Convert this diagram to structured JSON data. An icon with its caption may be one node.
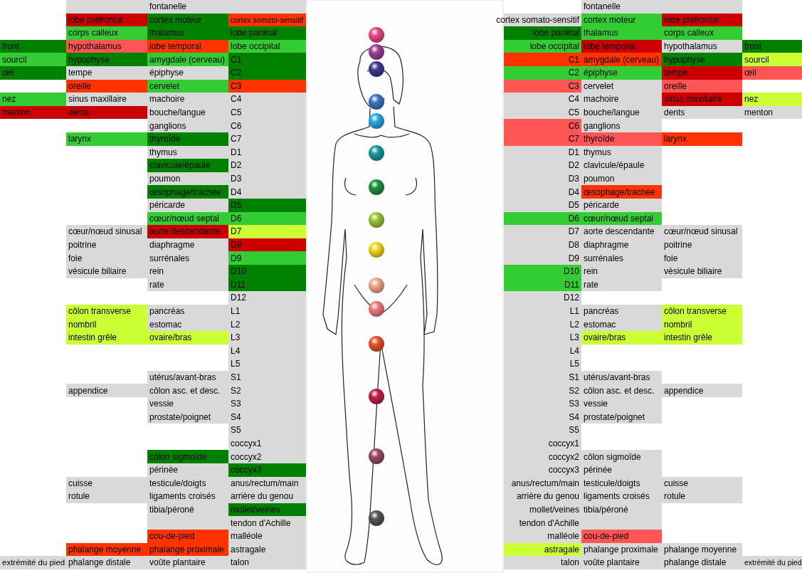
{
  "diagram": {
    "labels": [
      "fontanelle",
      "fontanelle",
      "lobe préfrontal",
      "cortex moteur",
      "cortex somato-sensitif",
      "cortex somato-sensitif",
      "cortex moteur",
      "lobe préfrontal",
      "corps calleux",
      "thalamus",
      "lobe pariétal",
      "lobe pariétal",
      "thalamus",
      "corps calleux",
      "front",
      "hypothalamus",
      "lobe temporal",
      "lobe occipital",
      "lobe occipital",
      "lobe temporal",
      "hypothalamus",
      "front",
      "sourcil",
      "hypophyse",
      "amygdale (cerveau)",
      "C1",
      "C1",
      "amygdale (cerveau)",
      "hypophyse",
      "sourcil",
      "œil",
      "tempe",
      "épiphyse",
      "C2",
      "C2",
      "épiphyse",
      "tempe",
      "œil",
      "oreille",
      "cervelet",
      "C3",
      "C3",
      "cervelet",
      "oreille",
      "nez",
      "sinus maxillaire",
      "machoire",
      "C4",
      "C4",
      "machoire",
      "sinus maxillaire",
      "nez",
      "menton",
      "dents",
      "bouche/langue",
      "C5",
      "C5",
      "bouche/langue",
      "dents",
      "menton",
      "ganglions",
      "C6",
      "C6",
      "ganglions",
      "larynx",
      "thyroïde",
      "C7",
      "C7",
      "thyroïde",
      "larynx",
      "thymus",
      "D1",
      "D1",
      "thymus",
      "clavicule/épaule",
      "D2",
      "D2",
      "clavicule/épaule",
      "poumon",
      "D3",
      "D3",
      "poumon",
      "œsophage/trachée",
      "D4",
      "D4",
      "œsophage/trachée",
      "péricarde",
      "D5",
      "D5",
      "péricarde",
      "cœur/nœud septal",
      "D6",
      "D6",
      "cœur/nœud septal",
      "cœur/nœud sinusal",
      "aorte descendante",
      "D7",
      "D7",
      "aorte descendante",
      "cœur/nœud sinusal",
      "poitrine",
      "diaphragme",
      "D8",
      "D8",
      "diaphragme",
      "poitrine",
      "foie",
      "surrénales",
      "D9",
      "D9",
      "surrénales",
      "foie",
      "vésicule biliaire",
      "rein",
      "D10",
      "D10",
      "rein",
      "vésicule biliaire",
      "rate",
      "D11",
      "D11",
      "rate",
      "D12",
      "D12",
      "côlon transverse",
      "pancréas",
      "L1",
      "L1",
      "pancréas",
      "côlon transverse",
      "nombril",
      "estomac",
      "L2",
      "L2",
      "estomac",
      "nombril",
      "intestin grêle",
      "ovaire/bras",
      "L3",
      "L3",
      "ovaire/bras",
      "intestin grêle",
      "L4",
      "L4",
      "L5",
      "L5",
      "utérus/avant-bras",
      "S1",
      "S1",
      "utérus/avant-bras",
      "appendice",
      "côlon asc. et desc.",
      "S2",
      "S2",
      "côlon asc. et desc.",
      "appendice",
      "vessie",
      "S3",
      "S3",
      "vessie",
      "prostate/poignet",
      "S4",
      "S4",
      "prostate/poignet",
      "S5",
      "S5",
      "coccyx1",
      "coccyx1",
      "côlon sigmoïde",
      "coccyx2",
      "coccyx2",
      "côlon sigmoïde",
      "périnée",
      "coccyx3",
      "coccyx3",
      "périnée",
      "cuisse",
      "testicule/doigts",
      "anus/rectum/main",
      "anus/rectum/main",
      "testicule/doigts",
      "cuisse",
      "rotule",
      "ligaments croisés",
      "arrière du genou",
      "arrière du genou",
      "ligaments croisés",
      "rotule",
      "tibia/péroné",
      "mollet/veines",
      "mollet/veines",
      "tibia/péroné",
      "tendon d'Achille",
      "tendon d'Achille",
      "cou-de-pied",
      "malléole",
      "malléole",
      "cou-de-pied",
      "phalange moyenne",
      "phalange proximale",
      "astragale",
      "astragale",
      "phalange proximale",
      "phalange moyenne",
      "extrémité du pied",
      "phalange distale",
      "voûte plantaire",
      "talon",
      "talon",
      "voûte plantaire",
      "phalange distale",
      "extrémité du pied"
    ]
  }
}
